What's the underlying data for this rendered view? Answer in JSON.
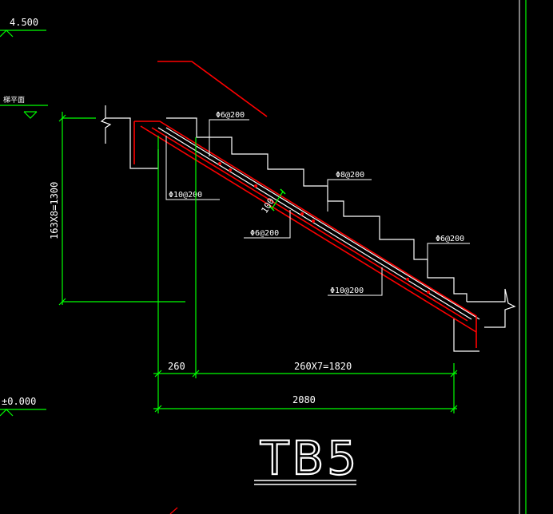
{
  "drawing": {
    "title": "TB5",
    "elevations": {
      "top": "4.500",
      "landing": "梯平面",
      "bottom": "±0.000"
    },
    "dimensions": {
      "vertical": "163X8=1300",
      "first_tread": "260",
      "treads": "260X7=1820",
      "overall": "2080",
      "slab_thickness": "100"
    },
    "rebar_labels": {
      "top_left": "Φ6@200",
      "left_bottom": "Φ10@200",
      "mid_top": "Φ8@200",
      "mid_bottom": "Φ6@200",
      "right_top": "Φ6@200",
      "right_bottom": "Φ10@200"
    },
    "colors": {
      "background": "#000000",
      "outline": "#ffffff",
      "dimension": "#00ff00",
      "rebar": "#ff0000"
    }
  }
}
